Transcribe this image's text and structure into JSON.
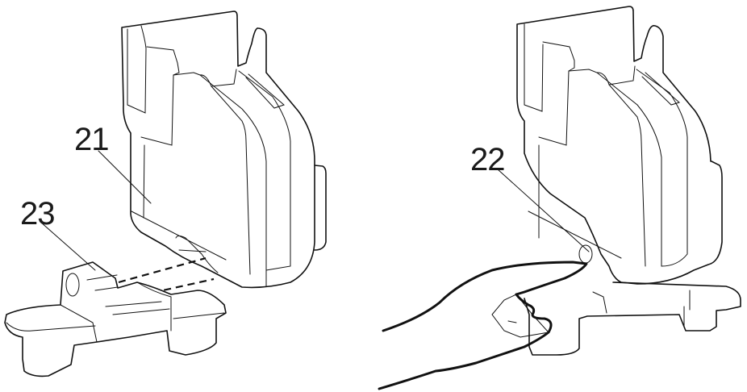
{
  "figures": [
    {
      "id": "left",
      "description": "Holder body separated from base, dashed guide lines showing alignment",
      "labels": [
        {
          "ref": "21",
          "text": "21",
          "part": "holder-body"
        },
        {
          "ref": "23",
          "text": "23",
          "part": "base-mount"
        }
      ]
    },
    {
      "id": "right",
      "description": "Holder body mounted on base, finger pressing release button",
      "labels": [
        {
          "ref": "22",
          "text": "22",
          "part": "release-button"
        }
      ]
    }
  ],
  "colors": {
    "line": "#111111",
    "background": "#ffffff"
  }
}
